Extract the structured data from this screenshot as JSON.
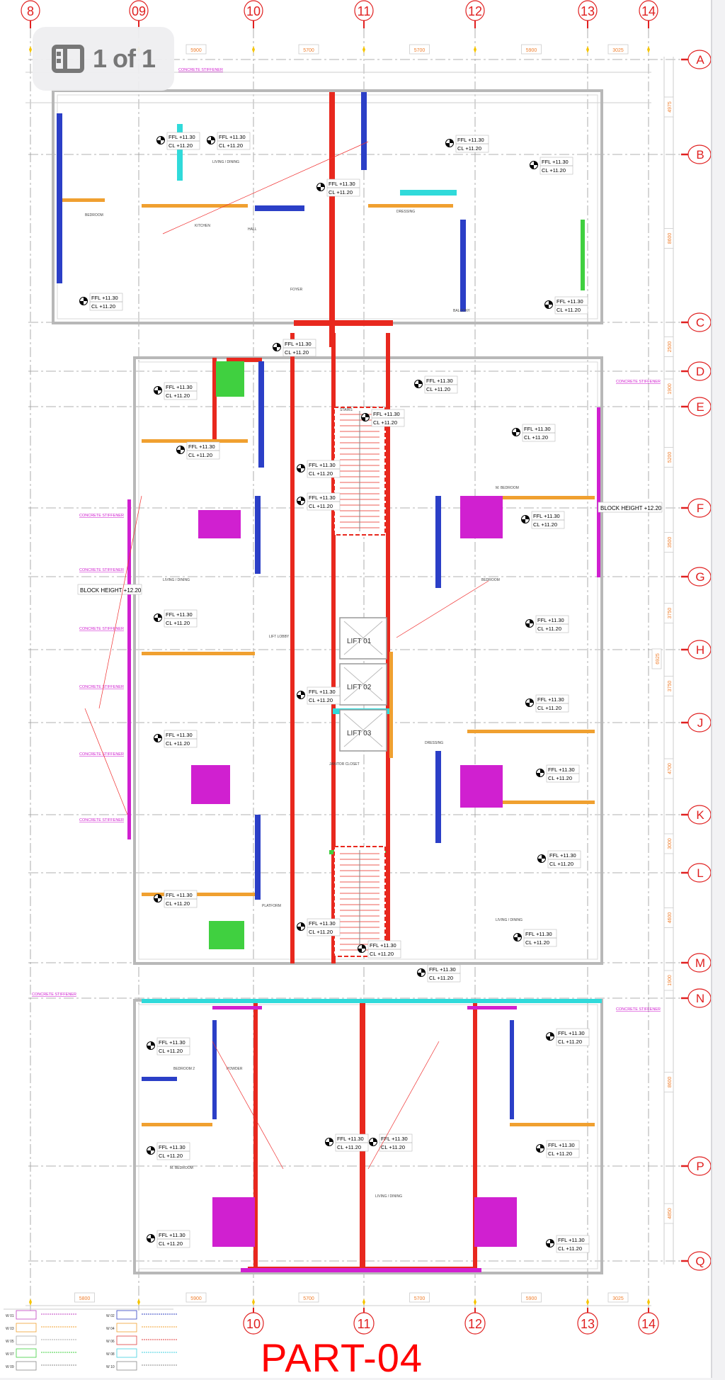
{
  "viewer": {
    "page_indicator": "1 of 1",
    "icon": "page-thumbnails-icon"
  },
  "drawing": {
    "title": "PART-04",
    "grid_columns": [
      "8",
      "09",
      "10",
      "11",
      "12",
      "13",
      "14"
    ],
    "grid_rows": [
      "A",
      "B",
      "C",
      "D",
      "E",
      "F",
      "G",
      "H",
      "J",
      "K",
      "L",
      "M",
      "N",
      "P",
      "Q"
    ],
    "top_dims": [
      "5900",
      "5700",
      "5700",
      "5900",
      "3025"
    ],
    "bottom_dims": [
      "5800",
      "5900",
      "5700",
      "5700",
      "5900",
      "3025"
    ],
    "row_dims": [
      "4975",
      "8600",
      "2500",
      "1900",
      "5200",
      "3500",
      "3750",
      "3750",
      "4700",
      "3000",
      "4600",
      "1900",
      "8600",
      "4850"
    ],
    "overall_dim": "6925",
    "level_marker": {
      "ffl": "FFL +11.30",
      "cl": "CL +11.20"
    },
    "block_height": "BLOCK HEIGHT +12.20",
    "lifts": [
      "LIFT 01",
      "LIFT 02",
      "LIFT 03"
    ],
    "stiffener_label": "CONCRETE STIFFENER",
    "rooms": [
      "LIVING / DINING",
      "BEDROOM",
      "KITCHEN",
      "BALCONY",
      "HALL",
      "DRESSING",
      "POWDER",
      "FOYER",
      "LIFT LOBBY",
      "JANITOR CLOSET",
      "PLATFORM",
      "M. BEDROOM",
      "BEDROOM 2",
      "STAIRS"
    ],
    "legend_codes": [
      "W 01",
      "W 02",
      "W 03",
      "W 04",
      "W 05",
      "W 06",
      "W 07",
      "W 08",
      "W 09",
      "W 10"
    ],
    "colors": {
      "grid": "#e02020",
      "wall_red": "#e8281e",
      "wall_blue": "#2b3fc7",
      "wall_orange": "#f0a030",
      "wall_magenta": "#d020d0",
      "wall_cyan": "#30dada",
      "wall_green": "#40d040",
      "dim": "#f08030"
    }
  }
}
